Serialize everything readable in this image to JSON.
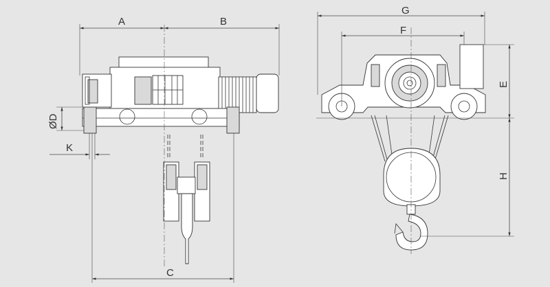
{
  "dimension_labels": {
    "A": "A",
    "B": "B",
    "C": "C",
    "D": "ØD",
    "K": "K",
    "G": "G",
    "F": "F",
    "E": "E",
    "H": "H"
  },
  "colors": {
    "background": "#e6e6e6",
    "line": "#333333",
    "part_fill": "#ffffff",
    "shade_fill": "#d9d9d9"
  }
}
